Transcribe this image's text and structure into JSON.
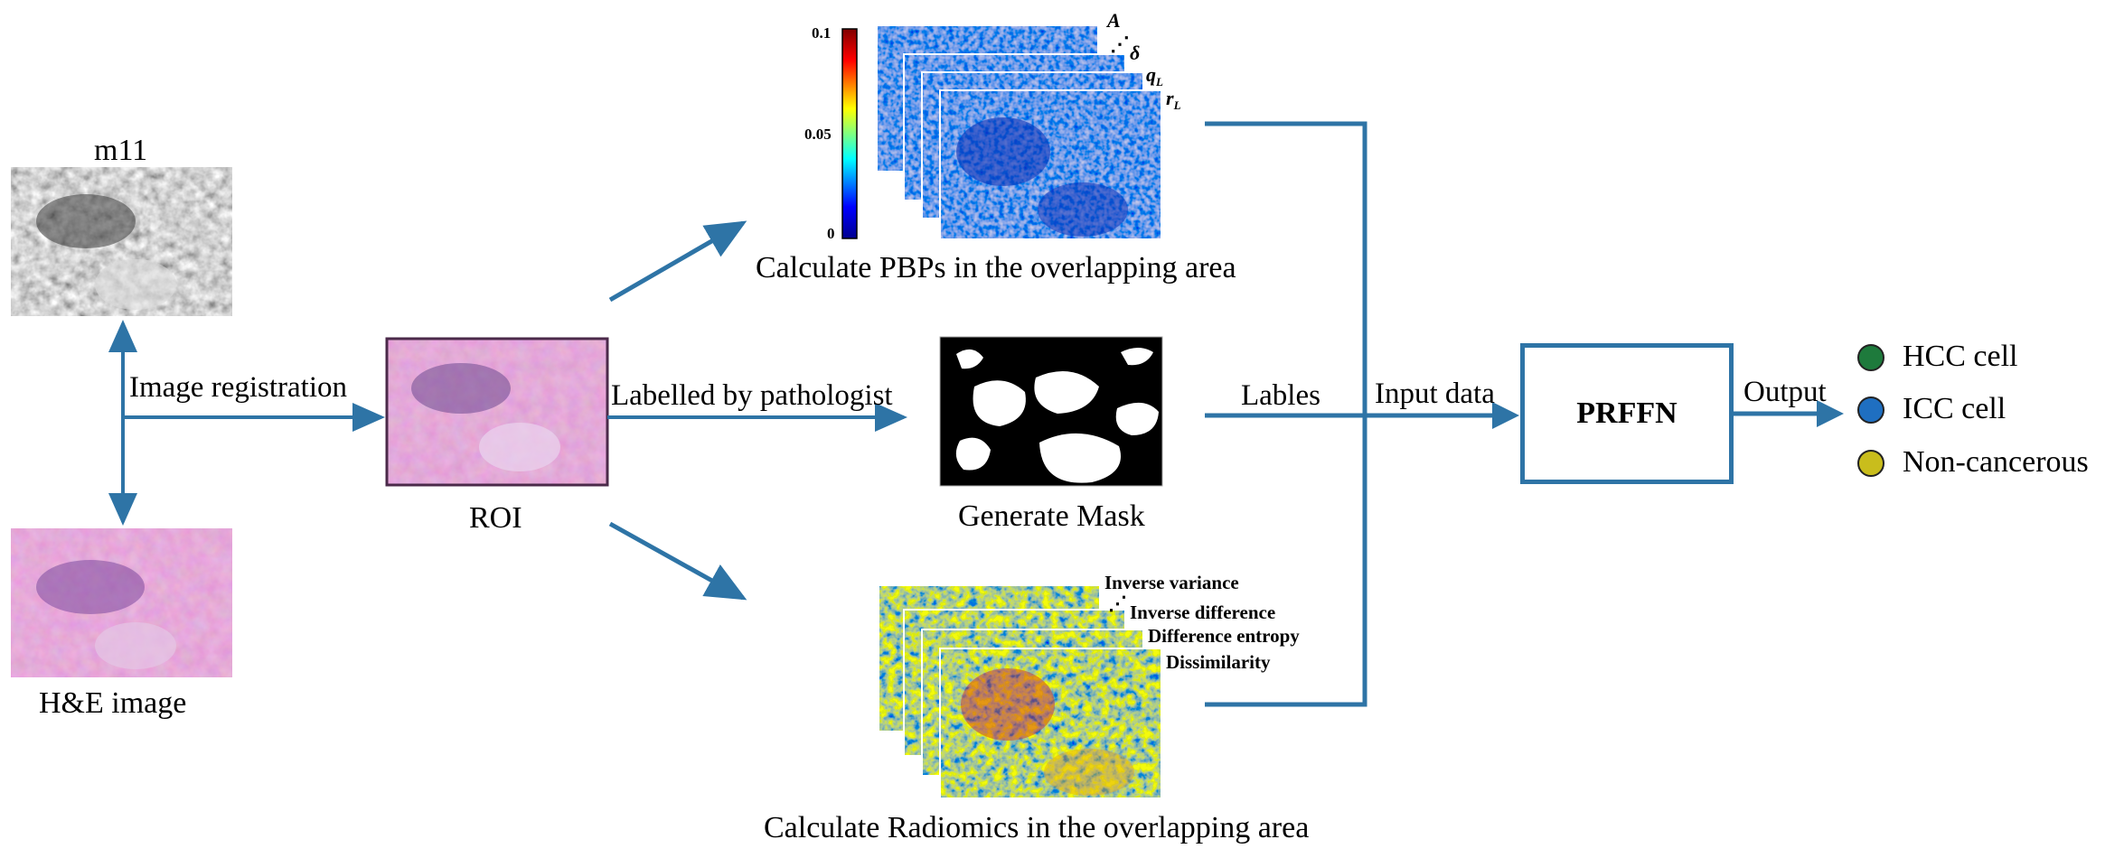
{
  "thumbnails": {
    "m11_caption": "m11",
    "he_caption": "H&E image",
    "roi_caption": "ROI"
  },
  "flow_labels": {
    "registration": "Image registration",
    "pathologist": "Labelled by pathologist",
    "lables": "Lables",
    "input_data": "Input data",
    "output": "Output"
  },
  "pbp_panel": {
    "caption": "Calculate PBPs in the overlapping area",
    "colorbar_ticks": [
      "0.1",
      "0.05",
      "0"
    ],
    "layer_labels": [
      "A",
      "δ",
      "q",
      "r"
    ],
    "layer_subscripts": [
      "L",
      "L"
    ]
  },
  "mask_panel": {
    "caption": "Generate Mask"
  },
  "radiomics_panel": {
    "caption": "Calculate Radiomics in the overlapping area",
    "feature_labels": [
      "Inverse variance",
      "Inverse difference",
      "Difference entropy",
      "Dissimilarity"
    ]
  },
  "model": {
    "label": "PRFFN"
  },
  "legend": [
    {
      "label": "HCC cell",
      "color": "#1e7a3c"
    },
    {
      "label": "ICC cell",
      "color": "#1f6fc1"
    },
    {
      "label": "Non-cancerous",
      "color": "#c9bd1c"
    }
  ],
  "colors": {
    "arrow": "#2e74a6"
  }
}
